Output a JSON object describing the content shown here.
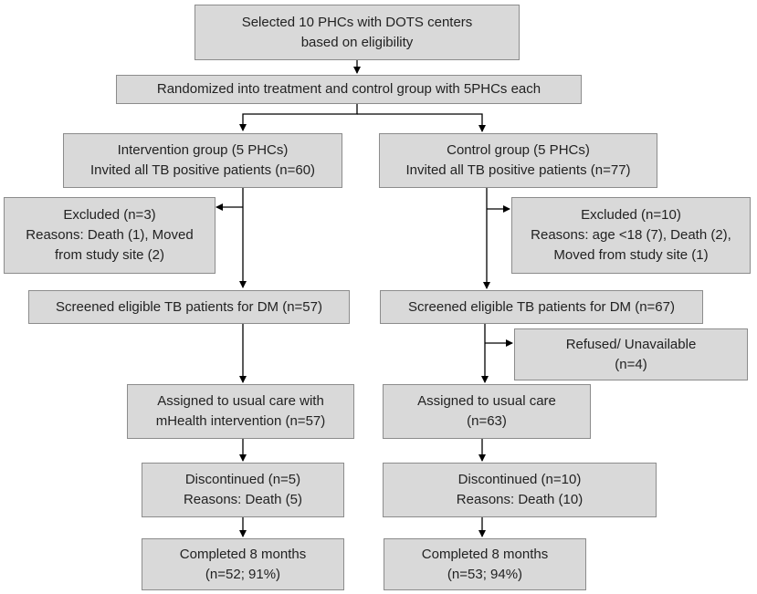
{
  "boxes": {
    "selected": {
      "lines": [
        "Selected 10 PHCs with DOTS centers",
        "based on eligibility"
      ]
    },
    "randomized": {
      "lines": [
        "Randomized into treatment and control group with 5PHCs each"
      ]
    },
    "intervention_group": {
      "lines": [
        "Intervention group (5 PHCs)",
        "Invited all TB positive patients (n=60)"
      ]
    },
    "control_group": {
      "lines": [
        "Control group (5 PHCs)",
        "Invited all TB positive patients (n=77)"
      ]
    },
    "intervention_excluded": {
      "lines": [
        "Excluded (n=3)",
        "Reasons: Death (1), Moved",
        "from study site (2)"
      ]
    },
    "control_excluded": {
      "lines": [
        "Excluded (n=10)",
        "Reasons: age <18 (7), Death (2),",
        "Moved from study site (1)"
      ]
    },
    "intervention_screened": {
      "lines": [
        "Screened eligible TB patients for DM (n=57)"
      ]
    },
    "control_screened": {
      "lines": [
        "Screened eligible TB patients for DM (n=67)"
      ]
    },
    "control_refused": {
      "lines": [
        "Refused/ Unavailable",
        "(n=4)"
      ]
    },
    "intervention_assigned": {
      "lines": [
        "Assigned to usual care with",
        "mHealth intervention (n=57)"
      ]
    },
    "control_assigned": {
      "lines": [
        "Assigned to usual care",
        "(n=63)"
      ]
    },
    "intervention_discontinued": {
      "lines": [
        "Discontinued (n=5)",
        "Reasons: Death (5)"
      ]
    },
    "control_discontinued": {
      "lines": [
        "Discontinued (n=10)",
        "Reasons: Death (10)"
      ]
    },
    "intervention_completed": {
      "lines": [
        "Completed 8 months",
        "(n=52; 91%)"
      ]
    },
    "control_completed": {
      "lines": [
        "Completed 8 months",
        "(n=53; 94%)"
      ]
    }
  },
  "colors": {
    "box_fill": "#d9d9d9",
    "box_border": "#8c8c8c",
    "arrow": "#000000",
    "text": "#222222"
  }
}
